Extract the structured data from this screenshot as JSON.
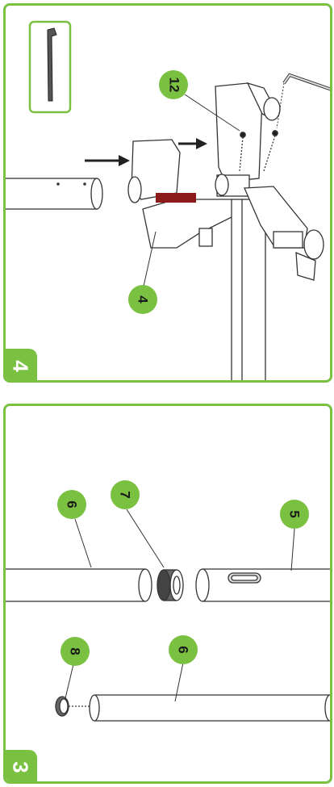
{
  "steps": [
    {
      "number": "4",
      "callouts": [
        "12",
        "4"
      ]
    },
    {
      "number": "3",
      "callouts": [
        "6",
        "7",
        "5",
        "8",
        "6"
      ]
    }
  ],
  "colors": {
    "accent": "#7ac142",
    "line": "#333333"
  },
  "icons": [
    "hex-key-icon",
    "arrow-right-icon"
  ]
}
